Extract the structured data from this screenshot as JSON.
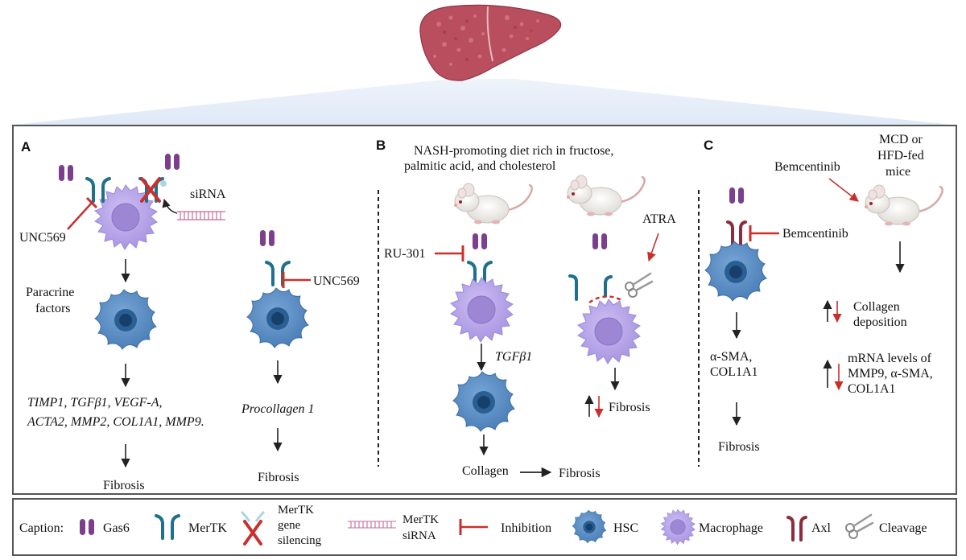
{
  "colors": {
    "gas6": "#7b3f8e",
    "mertk": "#1f6f8f",
    "axl": "#8b2d3e",
    "inhibition": "#c9302c",
    "macrophage": "#b7a6e8",
    "macrophage_nucleus": "#9c86d6",
    "hsc": "#5b8ec4",
    "hsc_nucleus": "#1d4f80",
    "liver": "#b94e5e",
    "frame": "#555555"
  },
  "panels": {
    "a": {
      "letter": "A",
      "unc569_left": "UNC569",
      "sirna": "siRNA",
      "paracrine": [
        "Paracrine",
        "factors"
      ],
      "genes": [
        "TIMP1, TGFβ1, VEGF-A,",
        "ACTA2, MMP2, COL1A1, MMP9."
      ],
      "fibrosis_left": "Fibrosis",
      "unc569_right": "UNC569",
      "procollagen": "Procollagen 1",
      "fibrosis_right": "Fibrosis"
    },
    "b": {
      "letter": "B",
      "diet": [
        "NASH-promoting diet rich in fructose,",
        "palmitic acid, and cholesterol"
      ],
      "ru301": "RU-301",
      "atra": "ATRA",
      "tgfb1": "TGFβ1",
      "collagen": "Collagen",
      "fibrosis_bottom": "Fibrosis",
      "fibrosis_right": "Fibrosis"
    },
    "c": {
      "letter": "C",
      "mice": [
        "MCD or",
        "HFD-fed",
        "mice"
      ],
      "bemcentinib_top": "Bemcentinib",
      "bemcentinib_mid": "Bemcentinib",
      "asma": [
        "α-SMA,",
        "COL1A1"
      ],
      "fibrosis": "Fibrosis",
      "collagen": [
        "Collagen",
        "deposition"
      ],
      "mrna": [
        "mRNA levels of",
        "MMP9, α-SMA,",
        "COL1A1"
      ]
    }
  },
  "caption": {
    "title": "Caption:",
    "gas6": "Gas6",
    "mertk": "MerTK",
    "silencing": [
      "MerTK",
      "gene",
      "silencing"
    ],
    "sirna": [
      "MerTK",
      "siRNA"
    ],
    "inhibition": "Inhibition",
    "hsc": "HSC",
    "macrophage": "Macrophage",
    "axl": "Axl",
    "cleavage": "Cleavage"
  }
}
